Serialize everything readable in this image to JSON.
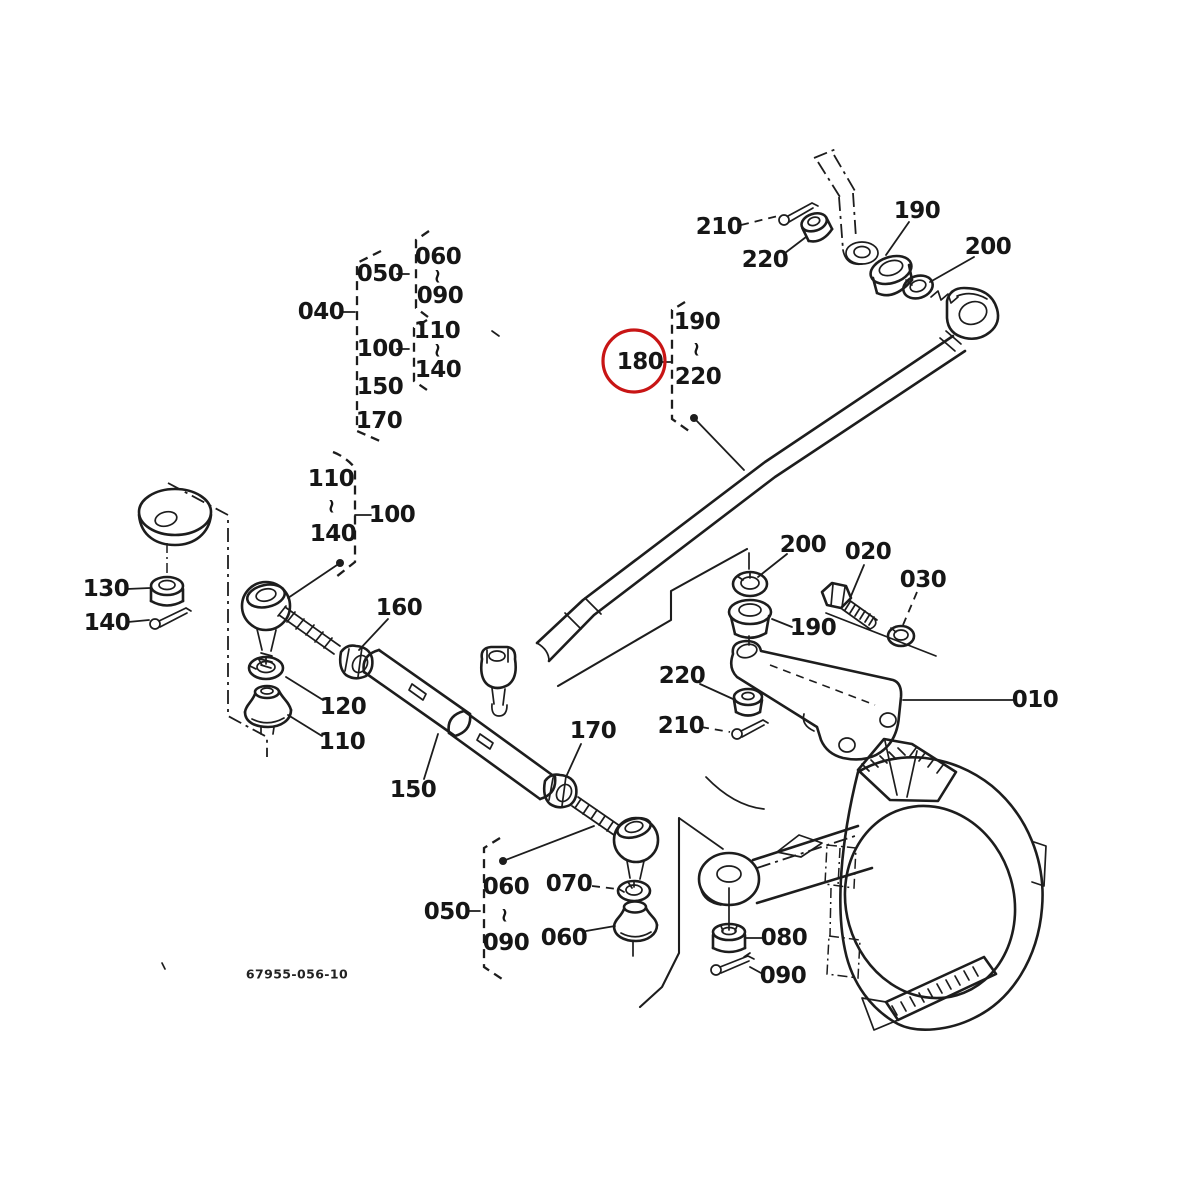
{
  "diagram": {
    "drawing_number": "67955-056-10",
    "range_separator": "~",
    "highlight": {
      "circled_part": "180",
      "color": "#c81515"
    },
    "labels": {
      "l210_top": "210",
      "l220_top": "220",
      "l190_top": "190",
      "l200_top": "200",
      "l040": "040",
      "l050_group": "050",
      "l060_group": "060",
      "l090_group": "090",
      "l100_group": "100",
      "l110_group": "110",
      "l140_group": "140",
      "l150_group": "150",
      "l170_group": "170",
      "l180": "180",
      "l190_range": "190",
      "l220_range": "220",
      "l110_mid": "110",
      "l140_mid": "140",
      "l100_mid": "100",
      "l130": "130",
      "l140_left": "140",
      "l160": "160",
      "l120": "120",
      "l110_boot": "110",
      "l150_rod": "150",
      "l170_nut": "170",
      "l200_arm": "200",
      "l020": "020",
      "l030": "030",
      "l190_arm": "190",
      "l220_arm": "220",
      "l210_arm": "210",
      "l010": "010",
      "l050_lower": "050",
      "l060_lower": "060",
      "l090_lower": "090",
      "l070": "070",
      "l060_boot": "060",
      "l080": "080",
      "l090_pin": "090"
    }
  }
}
